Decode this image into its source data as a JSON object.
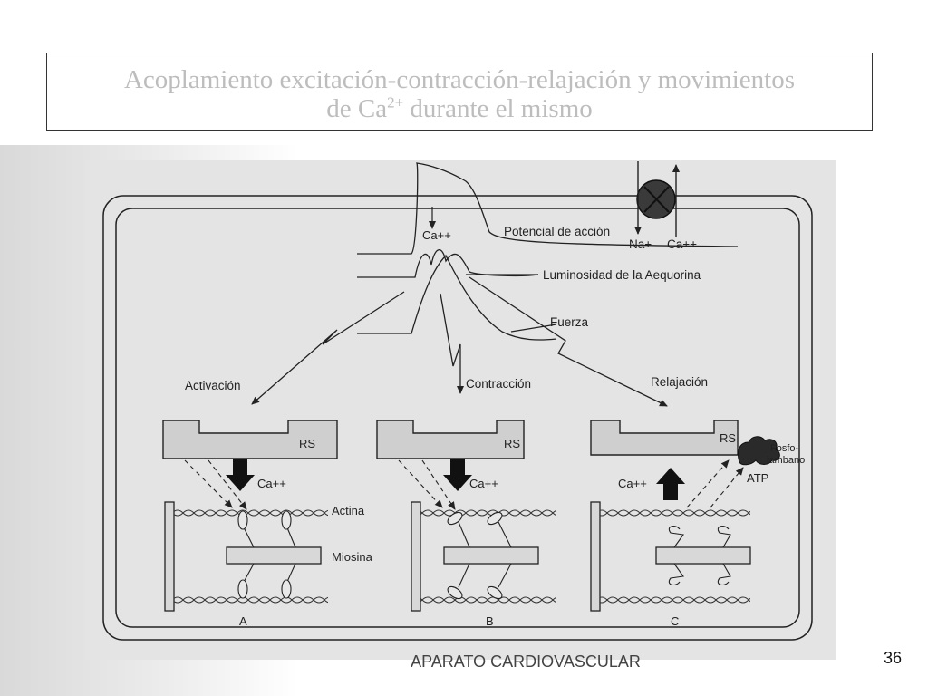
{
  "slide": {
    "title_line1": "Acoplamiento excitación-contracción-relajación y  movimientos",
    "title_line2_prefix": "de Ca",
    "title_line2_sup": "2+",
    "title_line2_suffix": "  durante el mismo",
    "footer": "APARATO CARDIOVASCULAR",
    "page_number": "36"
  },
  "diagram": {
    "labels": {
      "ca_top": "Ca++",
      "action_potential": "Potencial de acción",
      "na_channel": "Na+",
      "ca_channel": "Ca++",
      "aequorin": "Luminosidad de la Aequorina",
      "force": "Fuerza",
      "activation": "Activación",
      "contraction": "Contracción",
      "relaxation": "Relajación"
    },
    "panels": [
      {
        "letter": "A",
        "rs": "RS",
        "ca": "Ca++",
        "actina": "Actina",
        "miosina": "Miosina"
      },
      {
        "letter": "B",
        "rs": "RS",
        "ca": "Ca++"
      },
      {
        "letter": "C",
        "rs": "RS",
        "ca": "Ca++",
        "fosfolambano_1": "Fosfo-",
        "fosfolambano_2": "lambano",
        "atp": "ATP"
      }
    ]
  },
  "colors": {
    "title_text": "#bdbdbd",
    "figure_bg": "#e4e4e4",
    "line": "#222222",
    "channel_fill": "#3a3a3a"
  }
}
